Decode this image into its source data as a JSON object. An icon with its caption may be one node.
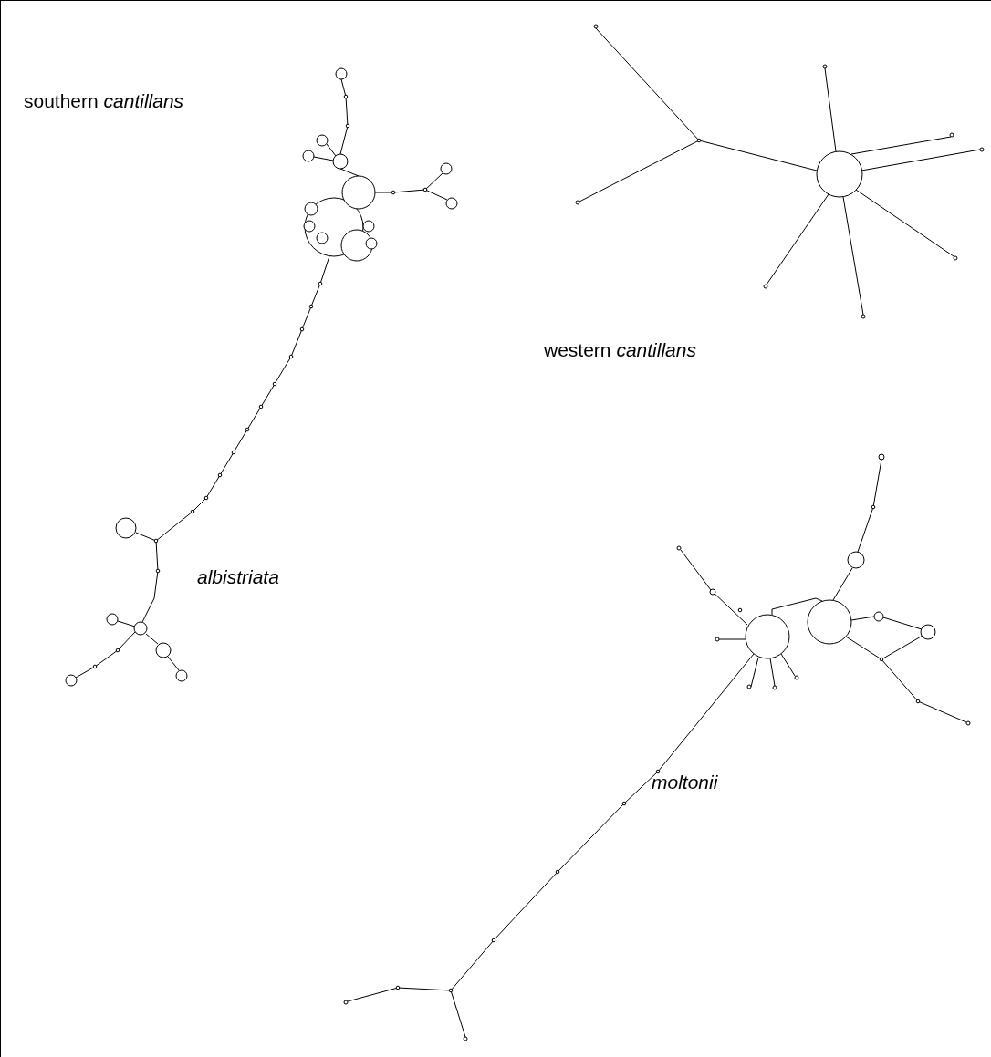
{
  "diagram": {
    "labels": [
      "southern *cantillans*",
      "western *cantillans*",
      "*albistriata*",
      "*moltonii*"
    ]
  }
}
